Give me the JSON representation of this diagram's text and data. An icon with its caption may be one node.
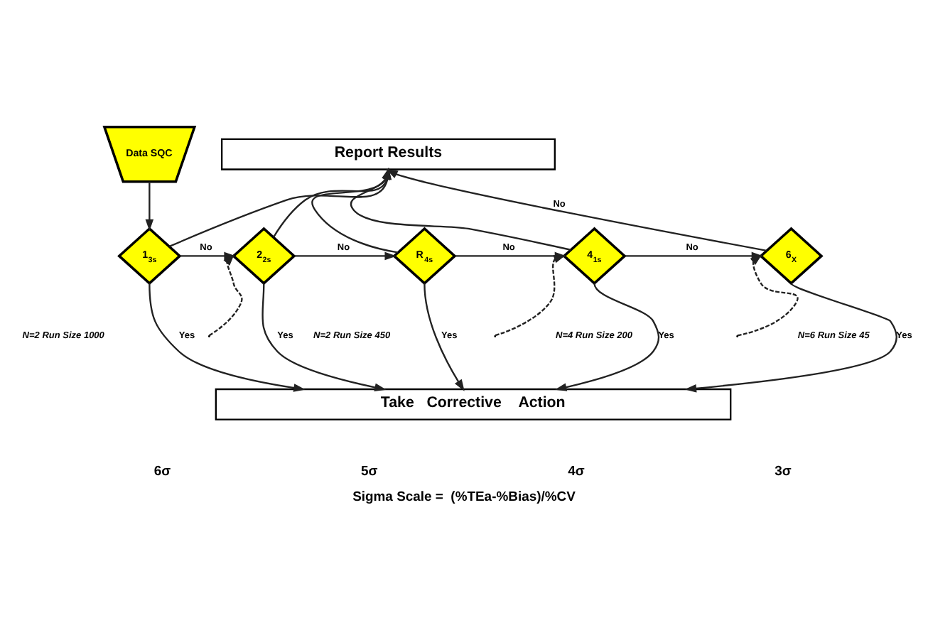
{
  "diagram": {
    "caption": "Sigma Scale =  (%TEa-%Bias)/%CV",
    "nodes": [
      {
        "text": [
          "Data SQC"
        ]
      },
      {
        "text": [
          "Report Results"
        ]
      },
      {
        "text": [
          "1$_{3s}$"
        ]
      },
      {
        "text": [
          "2$_{2s}$"
        ]
      },
      {
        "text": [
          "R$_{4s}$"
        ]
      },
      {
        "text": [
          "4$_{1s}$"
        ]
      },
      {
        "text": [
          "6$_{X}$"
        ]
      },
      {
        "text": [
          "Take   Corrective    Action"
        ]
      }
    ],
    "edges": [
      {
        "from": 0,
        "to": 2,
        "arrow": "to"
      },
      {
        "from": 2,
        "to": 3,
        "arrow": "to",
        "label": "No"
      },
      {
        "from": 2,
        "to": 1,
        "arrow": "to"
      },
      {
        "from": 3,
        "to": 4,
        "arrow": "to",
        "label": "No"
      },
      {
        "from": 3,
        "to": 1,
        "arrow": "to"
      },
      {
        "from": 4,
        "to": 5,
        "arrow": "to",
        "label": "No"
      },
      {
        "from": 4,
        "to": 1,
        "arrow": "to"
      },
      {
        "from": 5,
        "to": 6,
        "arrow": "to",
        "label": "No"
      },
      {
        "from": 5,
        "to": 1,
        "arrow": "to"
      },
      {
        "from": 6,
        "to": 1,
        "arrow": "to",
        "label": "No"
      },
      {
        "from": 2,
        "to": 7,
        "arrow": "to",
        "label": "Yes"
      },
      {
        "from": 3,
        "to": 7,
        "arrow": "to",
        "label": "Yes"
      },
      {
        "from": 4,
        "to": 7,
        "arrow": "to",
        "label": "Yes"
      },
      {
        "from": 5,
        "to": 7,
        "arrow": "to",
        "label": "Yes"
      },
      {
        "from": 6,
        "to": 7,
        "arrow": "to",
        "label": "Yes"
      },
      {
        "from": null,
        "to": 3,
        "arrow": "to",
        "style": "dashed"
      },
      {
        "from": null,
        "to": 5,
        "arrow": "to",
        "style": "dashed"
      },
      {
        "from": null,
        "to": 6,
        "arrow": "to",
        "style": "dashed"
      }
    ],
    "labels": [
      "N=2 Run Size 1000",
      "N=2 Run Size 450",
      "N=4 Run Size 200",
      "N=6 Run Size 45",
      "6σ",
      "5σ",
      "4σ",
      "3σ"
    ]
  }
}
